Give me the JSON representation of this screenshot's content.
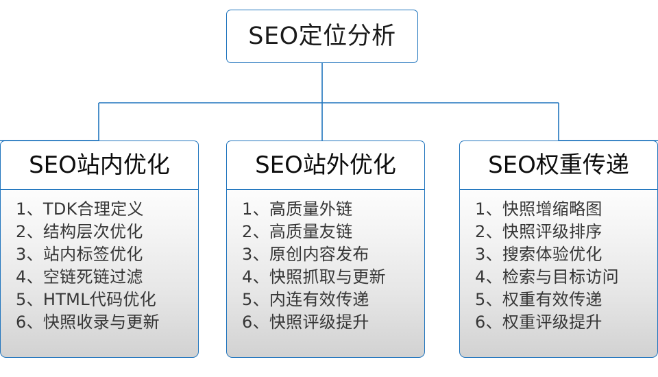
{
  "diagram": {
    "type": "tree-org-chart",
    "orientation": "top-down",
    "accent_color": "#1f74bd",
    "text_color": "#1a1a1a",
    "list_text_color": "#363636",
    "body_background_top": "#fdfdfd",
    "body_background_bottom": "#d2d2d2",
    "root": {
      "label": "SEO定位分析"
    },
    "branches": [
      {
        "header": "SEO站内优化",
        "items": [
          {
            "index": "1、",
            "text": "TDK合理定义"
          },
          {
            "index": "2、",
            "text": "结构层次优化"
          },
          {
            "index": "3、",
            "text": "站内标签优化"
          },
          {
            "index": "4、",
            "text": "空链死链过滤"
          },
          {
            "index": "5、",
            "text": "HTML代码优化"
          },
          {
            "index": "6、",
            "text": "快照收录与更新"
          }
        ]
      },
      {
        "header": "SEO站外优化",
        "items": [
          {
            "index": "1、",
            "text": "高质量外链"
          },
          {
            "index": "2、",
            "text": "高质量友链"
          },
          {
            "index": "3、",
            "text": "原创内容发布"
          },
          {
            "index": "4、",
            "text": "快照抓取与更新"
          },
          {
            "index": "5、",
            "text": "内连有效传递"
          },
          {
            "index": "6、",
            "text": "快照评级提升"
          }
        ]
      },
      {
        "header": "SEO权重传递",
        "items": [
          {
            "index": "1、",
            "text": "快照增缩略图"
          },
          {
            "index": "2、",
            "text": "快照评级排序"
          },
          {
            "index": "3、",
            "text": "搜索体验优化"
          },
          {
            "index": "4、",
            "text": "检索与目标访问"
          },
          {
            "index": "5、",
            "text": "权重有效传递"
          },
          {
            "index": "6、",
            "text": "权重评级提升"
          }
        ]
      }
    ]
  }
}
